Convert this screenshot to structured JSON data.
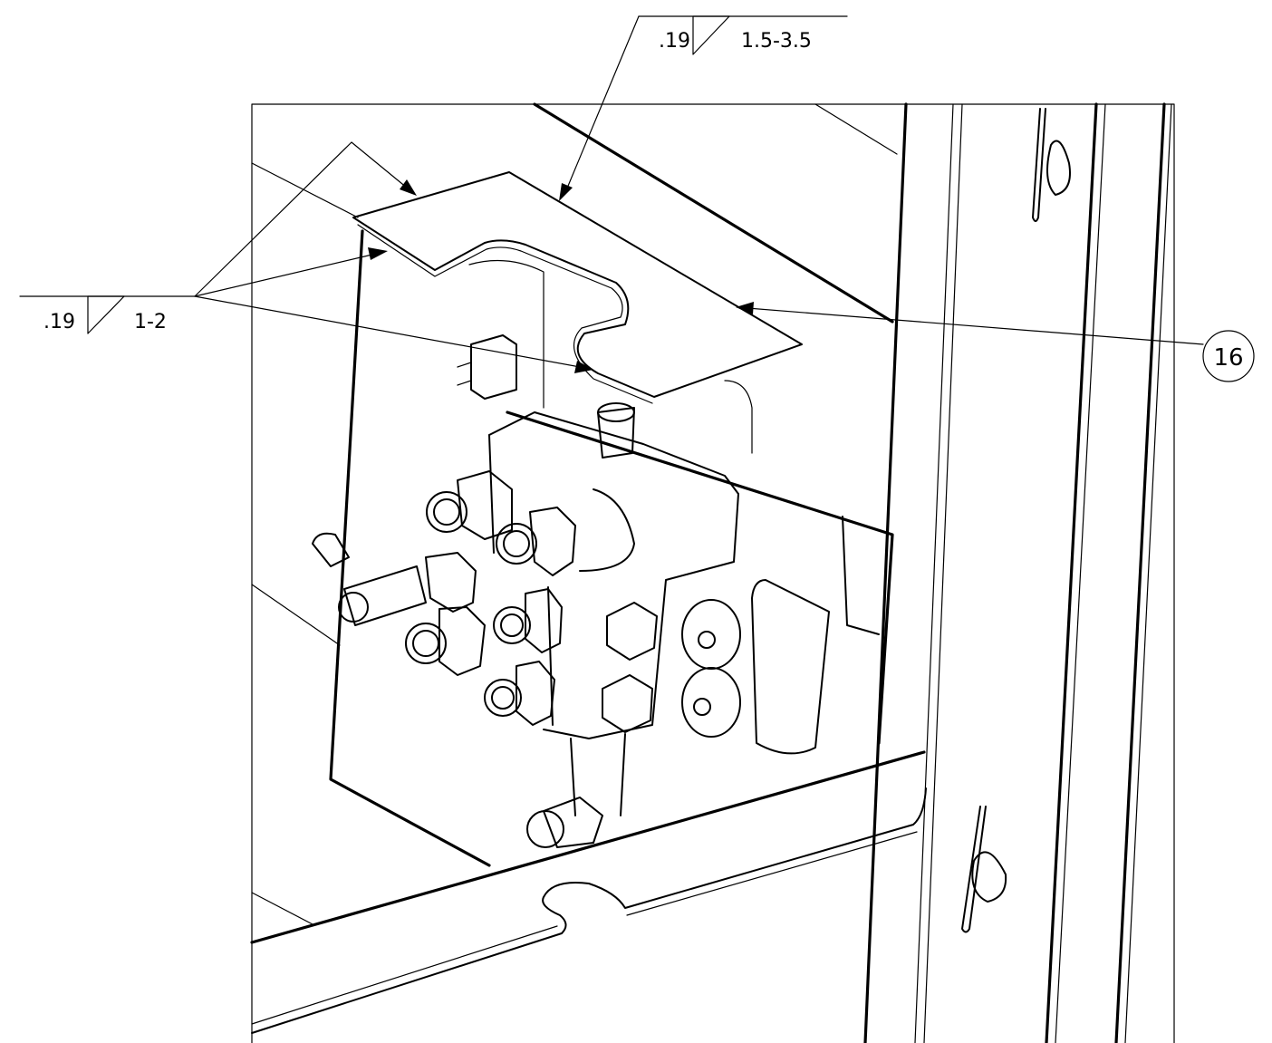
{
  "weld_callouts": {
    "top": {
      "size": ".19",
      "length_pitch": "1.5-3.5",
      "symbol": "fillet-weld-symbol"
    },
    "left": {
      "size": ".19",
      "length_pitch": "1-2",
      "symbol": "fillet-weld-symbol"
    }
  },
  "balloons": [
    {
      "item_number": "16"
    }
  ]
}
